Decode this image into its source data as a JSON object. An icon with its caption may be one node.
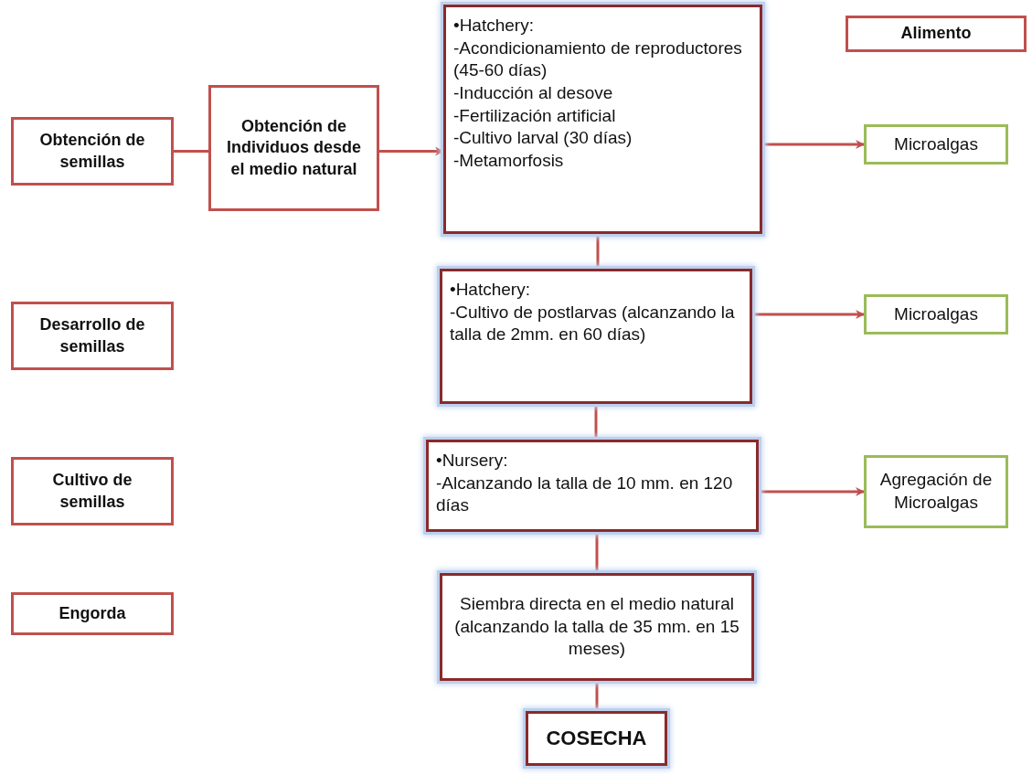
{
  "diagram": {
    "nodes": [
      {
        "text": [
          "Obtención de semillas"
        ]
      },
      {
        "text": [
          "Obtención de Individuos desde el medio natural"
        ]
      },
      {
        "text": [
          "•Hatchery:",
          "-Acondicionamiento de reproductores (45-60 días)",
          "-Inducción al desove",
          "-Fertilización artificial",
          "-Cultivo larval (30 días)",
          "-Metamorfosis"
        ]
      },
      {
        "text": [
          "Alimento"
        ]
      },
      {
        "text": [
          "Microalgas"
        ]
      },
      {
        "text": [
          "Desarrollo de semillas"
        ]
      },
      {
        "text": [
          "•Hatchery:",
          "-Cultivo de postlarvas (alcanzando la talla de 2mm. en 60 días)"
        ]
      },
      {
        "text": [
          "Microalgas"
        ]
      },
      {
        "text": [
          "Cultivo de semillas"
        ]
      },
      {
        "text": [
          "•Nursery:",
          "-Alcanzando la talla de 10 mm. en 120 días"
        ]
      },
      {
        "text": [
          "Agregación de Microalgas"
        ]
      },
      {
        "text": [
          "Engorda"
        ]
      },
      {
        "text": [
          "Siembra directa en el medio natural (alcanzando la talla de 35 mm. en 15 meses)"
        ]
      },
      {
        "text": [
          "COSECHA"
        ]
      }
    ],
    "edges": [
      {
        "from": 0,
        "to": 1,
        "arrow": "none"
      },
      {
        "from": 1,
        "to": 2,
        "arrow": "to"
      },
      {
        "from": 2,
        "to": 4,
        "arrow": "to"
      },
      {
        "from": 2,
        "to": 6,
        "arrow": "none"
      },
      {
        "from": 6,
        "to": 7,
        "arrow": "to"
      },
      {
        "from": 6,
        "to": 9,
        "arrow": "none"
      },
      {
        "from": 9,
        "to": 10,
        "arrow": "to"
      },
      {
        "from": 9,
        "to": 12,
        "arrow": "none"
      },
      {
        "from": 12,
        "to": 13,
        "arrow": "none"
      }
    ]
  }
}
